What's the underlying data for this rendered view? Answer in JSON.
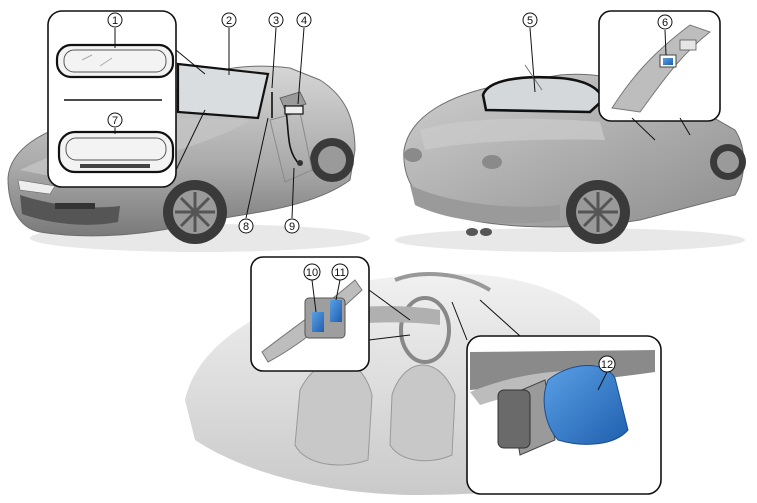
{
  "callouts": {
    "c1": "1",
    "c2": "2",
    "c3": "3",
    "c4": "4",
    "c5": "5",
    "c6": "6",
    "c7": "7",
    "c8": "8",
    "c9": "9",
    "c10": "10",
    "c11": "11",
    "c12": "12"
  },
  "colors": {
    "car_body": "#b9b9b9",
    "car_shadow": "#7d7d7d",
    "highlight_blue": "#2f78c8",
    "inset_border": "#111111",
    "glass_outline": "#000000"
  }
}
